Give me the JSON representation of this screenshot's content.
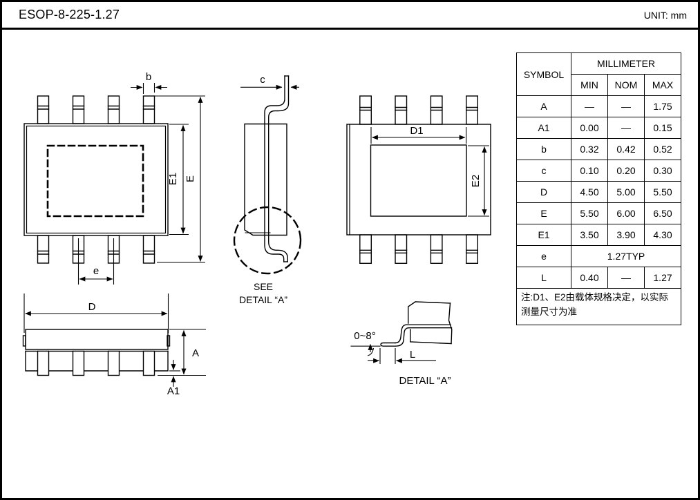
{
  "title_bar": {
    "title": "ESOP-8-225-1.27",
    "unit": "UNIT: mm"
  },
  "drawing": {
    "dims": {
      "b": "b",
      "e": "e",
      "E1": "E1",
      "E": "E",
      "c": "c",
      "D": "D",
      "A": "A",
      "A1": "A1",
      "D1": "D1",
      "E2": "E2",
      "L": "L",
      "angle": "0~8°"
    },
    "see_detail": {
      "line1": "SEE",
      "line2": "DETAIL “A”"
    },
    "detail_caption": "DETAIL “A”"
  },
  "table": {
    "header": {
      "symbol": "SYMBOL",
      "group": "MILLIMETER",
      "min": "MIN",
      "nom": "NOM",
      "max": "MAX"
    },
    "rows": [
      {
        "symbol": "A",
        "min": "—",
        "nom": "—",
        "max": "1.75"
      },
      {
        "symbol": "A1",
        "min": "0.00",
        "nom": "—",
        "max": "0.15"
      },
      {
        "symbol": "b",
        "min": "0.32",
        "nom": "0.42",
        "max": "0.52"
      },
      {
        "symbol": "c",
        "min": "0.10",
        "nom": "0.20",
        "max": "0.30"
      },
      {
        "symbol": "D",
        "min": "4.50",
        "nom": "5.00",
        "max": "5.50"
      },
      {
        "symbol": "E",
        "min": "5.50",
        "nom": "6.00",
        "max": "6.50"
      },
      {
        "symbol": "E1",
        "min": "3.50",
        "nom": "3.90",
        "max": "4.30"
      },
      {
        "symbol": "e",
        "span": "1.27TYP"
      },
      {
        "symbol": "L",
        "min": "0.40",
        "nom": "—",
        "max": "1.27"
      }
    ],
    "note": "注:D1、E2由载体规格决定，以实际测量尺寸为准"
  }
}
